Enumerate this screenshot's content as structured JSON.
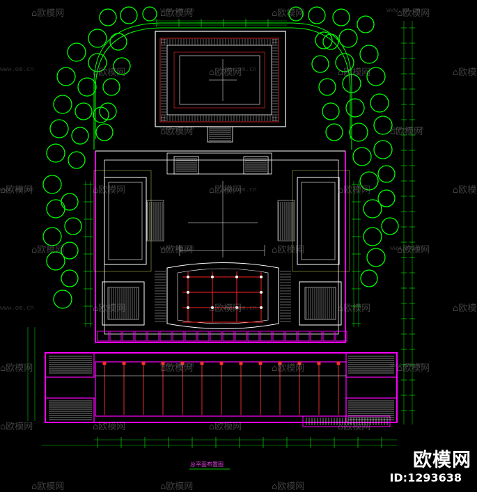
{
  "watermark": {
    "brand": "欧模网",
    "url": "www.om.cn"
  },
  "badge": {
    "brand": "欧模网",
    "id": "ID:1293638"
  },
  "drawing": {
    "caption": "总平面布置图"
  },
  "colors": {
    "background": "#000000",
    "trees": "#00ff00",
    "outline_magenta": "#ff00ff",
    "structure_white": "#ffffff",
    "red_lines": "#ff2020",
    "dim_green": "#00cc00",
    "dim_text": "#ffff60"
  }
}
